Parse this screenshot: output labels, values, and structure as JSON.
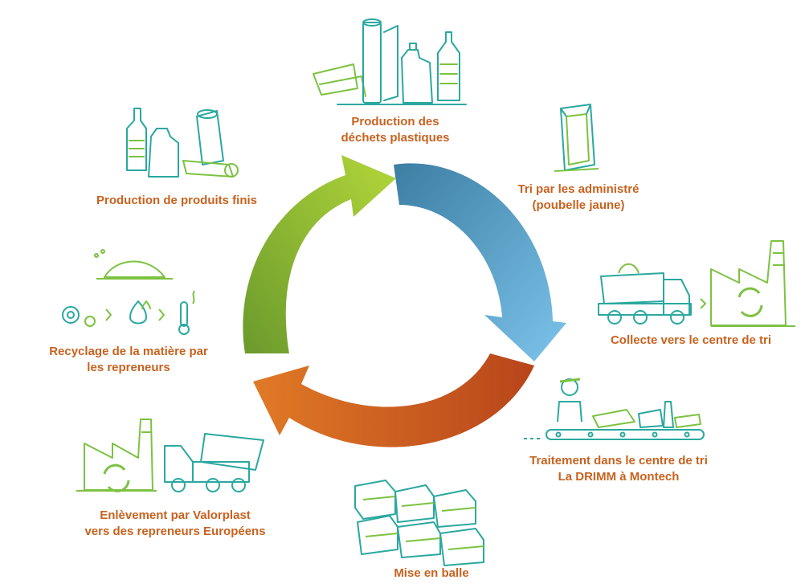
{
  "colors": {
    "label": "#c8621f",
    "icon_teal": "#2aa8a0",
    "icon_green": "#7cc242",
    "arrow_green": "#8dc63f",
    "arrow_blue": "#6bb8e0",
    "arrow_orange": "#d0621f"
  },
  "steps": [
    {
      "id": "production-dechets",
      "lines": [
        "Production des",
        "déchets plastiques"
      ],
      "icon": "plastic-waste-icon"
    },
    {
      "id": "tri-administre",
      "lines": [
        "Tri par les administré",
        "(poubelle jaune)"
      ],
      "icon": "yellow-bin-bag-icon"
    },
    {
      "id": "collecte",
      "lines": [
        "Collecte vers le centre de tri"
      ],
      "icon": "truck-to-factory-icon"
    },
    {
      "id": "traitement",
      "lines": [
        "Traitement dans le centre de tri",
        "La DRIMM à Montech"
      ],
      "icon": "sorting-conveyor-icon"
    },
    {
      "id": "mise-en-balle",
      "lines": [
        "Mise en balle"
      ],
      "icon": "bales-icon"
    },
    {
      "id": "enlevement",
      "lines": [
        "Enlèvement par Valorplast",
        "vers des repreneurs Européens"
      ],
      "icon": "factory-to-truck-icon"
    },
    {
      "id": "recyclage",
      "lines": [
        "Recyclage de la matière par",
        "les repreneurs"
      ],
      "icon": "recycling-process-icon"
    },
    {
      "id": "production-produits",
      "lines": [
        "Production de produits finis"
      ],
      "icon": "finished-products-icon"
    }
  ]
}
